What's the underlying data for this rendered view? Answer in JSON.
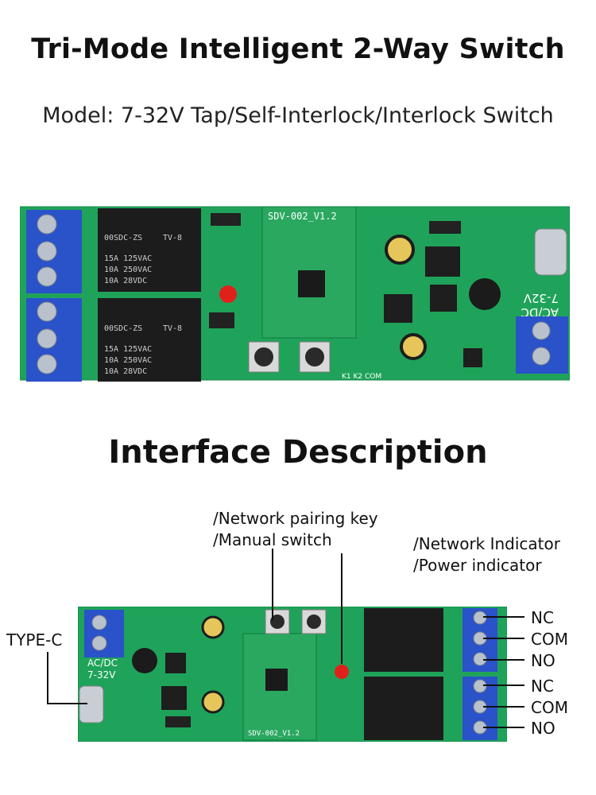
{
  "header": {
    "title": "Tri-Mode Intelligent 2-Way Switch",
    "model": "Model: 7-32V Tap/Self-Interlock/Interlock Switch"
  },
  "section": {
    "title": "Interface Description"
  },
  "board_top": {
    "module_label": "SDV-002_V1.2",
    "power_label_1": "7-32V",
    "power_label_2": "AC/DC",
    "relay_text_1": "00SDC-ZS",
    "relay_text_2": "TV-8",
    "relay_rating_1": "15A 125VAC",
    "relay_rating_2": "10A 250VAC",
    "relay_rating_3": "10A 28VDC",
    "pin_labels": "K1 K2 COM"
  },
  "callouts": {
    "pairing_key": "/Network pairing key",
    "manual_switch": "/Manual switch",
    "network_indicator": "/Network Indicator",
    "power_indicator": "/Power indicator",
    "type_c": "TYPE-C",
    "relay1": [
      "NC",
      "COM",
      "NO"
    ],
    "relay2": [
      "NC",
      "COM",
      "NO"
    ]
  },
  "board_bottom": {
    "power_label_1": "AC/DC",
    "power_label_2": "7-32V",
    "module_label": "SDV-002_V1.2"
  },
  "colors": {
    "pcb": "#1fa35a",
    "terminal": "#2a52c9",
    "relay": "#1c1c1c",
    "led": "#e0201b"
  }
}
